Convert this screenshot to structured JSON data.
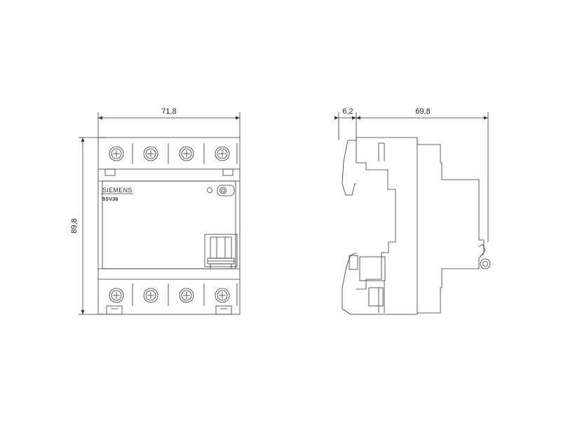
{
  "front_view": {
    "width_label": "71,8",
    "height_label": "89,8",
    "brand": "SIEMENS",
    "model": "5SV36"
  },
  "side_view": {
    "offset_label": "6,2",
    "depth_label": "69,8"
  }
}
